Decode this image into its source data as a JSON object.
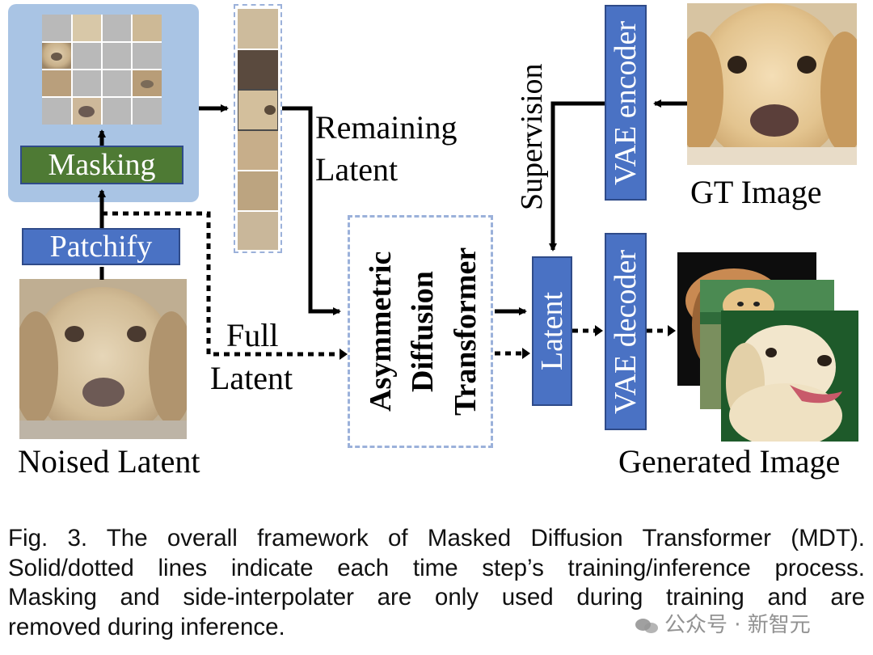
{
  "diagram": {
    "masking_label": "Masking",
    "patchify_label": "Patchify",
    "noised_latent_label": "Noised Latent",
    "remaining_latent_label": [
      "Remaining",
      "Latent"
    ],
    "full_latent_label": [
      "Full",
      "Latent"
    ],
    "adt_label": [
      "Asymmetric",
      "Diffusion",
      "Transformer"
    ],
    "supervision_label": "Supervision",
    "vae_encoder_label": "VAE encoder",
    "gt_image_label": "GT Image",
    "latent_label": "Latent",
    "vae_decoder_label": "VAE decoder",
    "generated_image_label": "Generated Image"
  },
  "caption": {
    "lines": [
      "Fig. 3. The overall framework of Masked Diffusion Transformer (MDT).",
      "Solid/dotted lines indicate each time step’s training/inference process.",
      "Masking and side-interpolater are only used during training and are",
      "removed during inference."
    ]
  },
  "watermark": "公众号 · 新智元",
  "colors": {
    "panel_blue": "#a9c4e4",
    "box_blue": "#4a72c4",
    "masking_green": "#4e7a34",
    "dashed_blue": "#9bb1da"
  }
}
